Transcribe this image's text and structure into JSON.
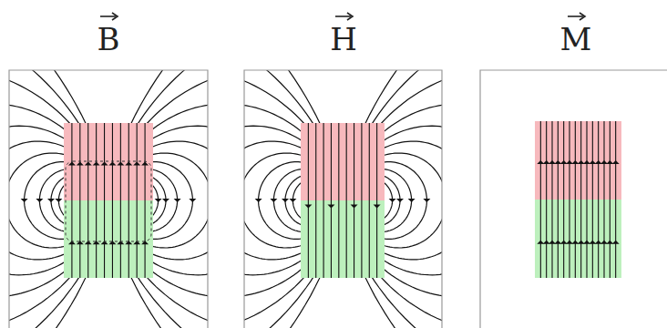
{
  "diagram": {
    "labels": [
      "B",
      "H",
      "M"
    ]
  }
}
